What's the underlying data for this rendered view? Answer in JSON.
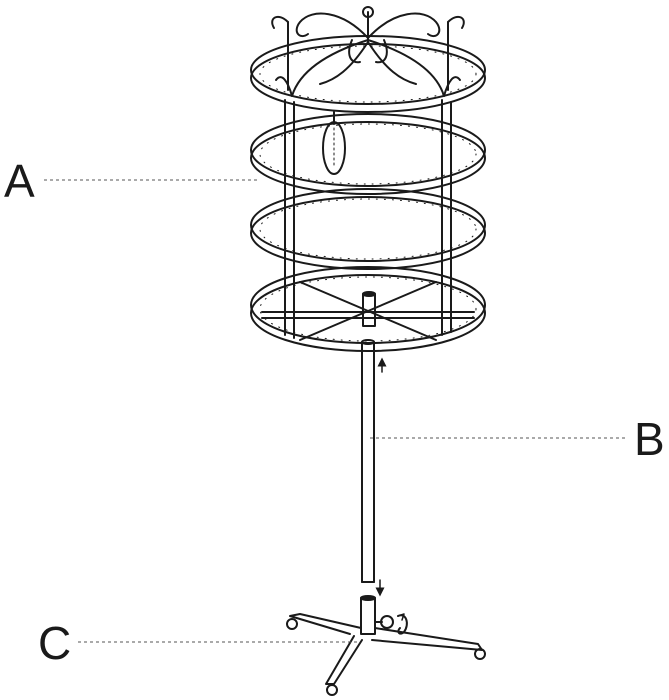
{
  "callouts": {
    "a": {
      "letter": "A"
    },
    "b": {
      "letter": "B"
    },
    "c": {
      "letter": "C"
    }
  },
  "colors": {
    "stroke": "#1a1a1a",
    "leader": "#555555",
    "background": "#ffffff"
  },
  "icons": {
    "direction_arrows": "arrow-icon",
    "rotation": "rotate-icon"
  }
}
